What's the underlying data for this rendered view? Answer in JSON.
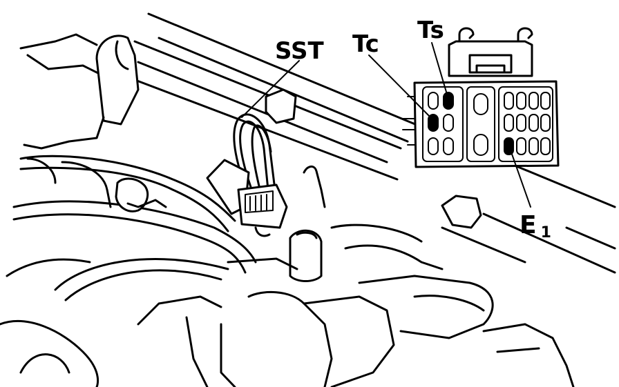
{
  "labels": {
    "sst": "SST",
    "tc": "Tc",
    "ts": "Ts",
    "e1": "E",
    "e1_sub": "1"
  }
}
